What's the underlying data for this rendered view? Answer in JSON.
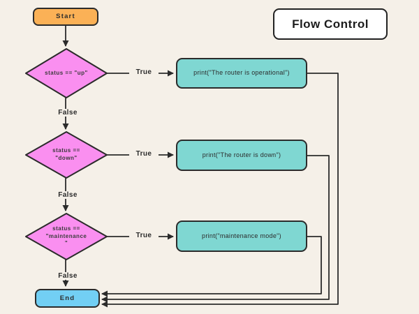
{
  "title": {
    "label": "Flow Control"
  },
  "nodes": {
    "start": {
      "label": "Start"
    },
    "decisions": [
      {
        "label": "status == \"up\""
      },
      {
        "label": "status ==\n\"down\""
      },
      {
        "label": "status ==\n\"maintenance\n\""
      }
    ],
    "processes": [
      {
        "label": "print(\"The router is operational\")"
      },
      {
        "label": "print(\"The router is down\")"
      },
      {
        "label": "print(\"maintenance mode\")"
      }
    ],
    "end": {
      "label": "End"
    }
  },
  "edge_labels": {
    "true": [
      "True",
      "True",
      "True"
    ],
    "false": [
      "False",
      "False",
      "False"
    ]
  },
  "colors": {
    "background": "#F5F0E8",
    "start_fill": "#FBB156",
    "decision_fill": "#FA8FF0",
    "process_fill": "#7FD7D2",
    "end_fill": "#72CFF4",
    "title_fill": "#FFFFFF",
    "stroke": "#2B2B2B"
  }
}
